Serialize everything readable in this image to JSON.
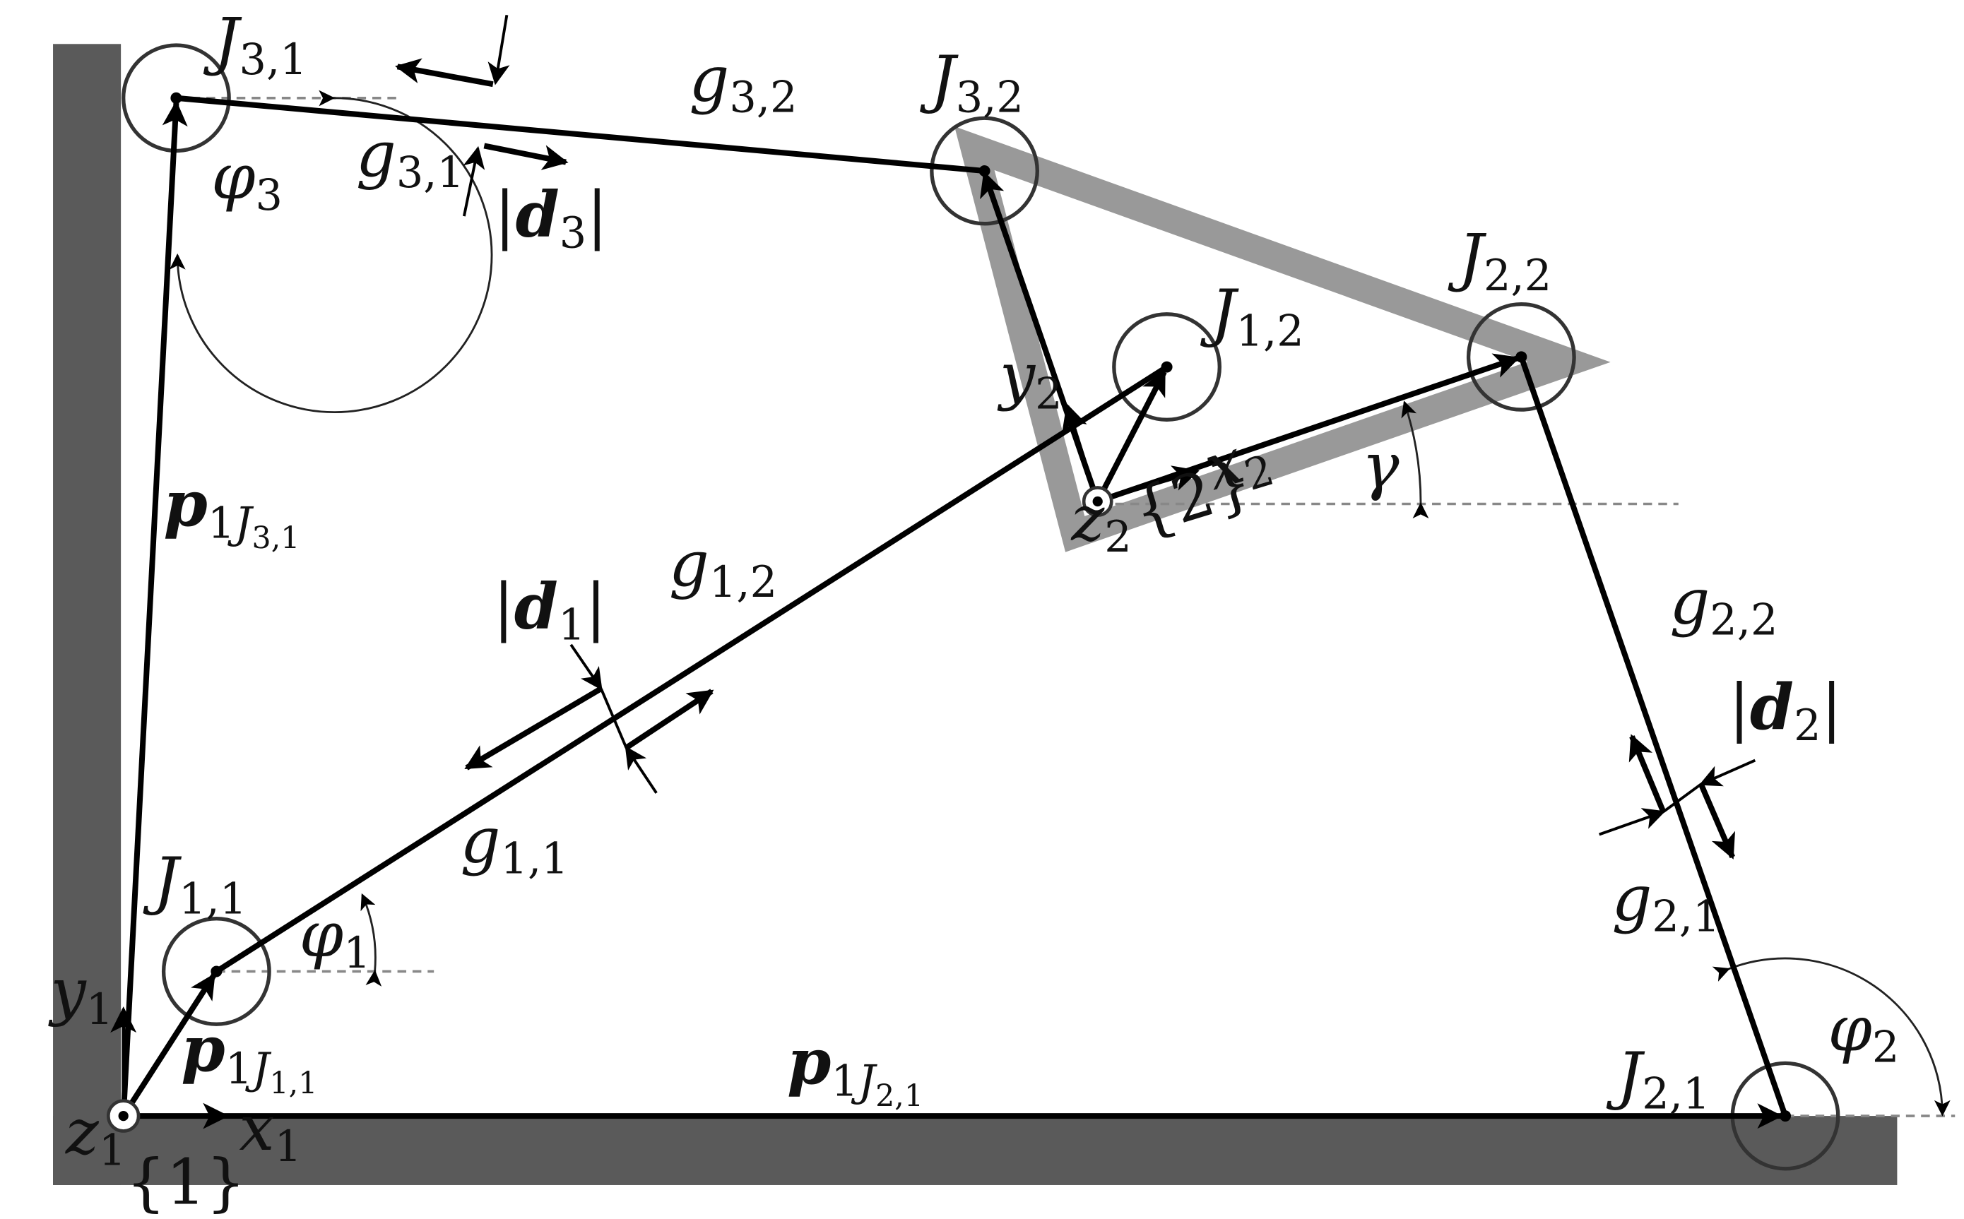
{
  "labels": {
    "J31": {
      "main": "J",
      "sub": "3,1"
    },
    "J32": {
      "main": "J",
      "sub": "3,2"
    },
    "J22": {
      "main": "J",
      "sub": "2,2"
    },
    "J12": {
      "main": "J",
      "sub": "1,2"
    },
    "J11": {
      "main": "J",
      "sub": "1,1"
    },
    "J21": {
      "main": "J",
      "sub": "2,1"
    },
    "g32": {
      "main": "g",
      "sub": "3,2"
    },
    "g31": {
      "main": "g",
      "sub": "3,1"
    },
    "g12": {
      "main": "g",
      "sub": "1,2"
    },
    "g11": {
      "main": "g",
      "sub": "1,1"
    },
    "g22": {
      "main": "g",
      "sub": "2,2"
    },
    "g21": {
      "main": "g",
      "sub": "2,1"
    },
    "d3": {
      "open": "|",
      "main": "d",
      "sub": "3",
      "close": "|"
    },
    "d1": {
      "open": "|",
      "main": "d",
      "sub": "1",
      "close": "|"
    },
    "d2": {
      "open": "|",
      "main": "d",
      "sub": "2",
      "close": "|"
    },
    "phi3": {
      "main": "φ",
      "sub": "3"
    },
    "phi1": {
      "main": "φ",
      "sub": "1"
    },
    "phi2": {
      "main": "φ",
      "sub": "2"
    },
    "gamma": "γ",
    "pJ31": {
      "main": "p",
      "sub1": "1",
      "sub2": "J",
      "sub3": "3,1"
    },
    "pJ11": {
      "main": "p",
      "sub1": "1",
      "sub2": "J",
      "sub3": "1,1"
    },
    "pJ21": {
      "main": "p",
      "sub1": "1",
      "sub2": "J",
      "sub3": "2,1"
    },
    "y1": {
      "main": "y",
      "sub": "1"
    },
    "x1": {
      "main": "x",
      "sub": "1"
    },
    "z1": {
      "main": "z",
      "sub": "1"
    },
    "frame1": "{1}",
    "y2": {
      "main": "y",
      "sub": "2"
    },
    "x2": {
      "main": "x",
      "sub": "2"
    },
    "z2": {
      "main": "z",
      "sub": "2"
    },
    "frame2": "{2}"
  }
}
